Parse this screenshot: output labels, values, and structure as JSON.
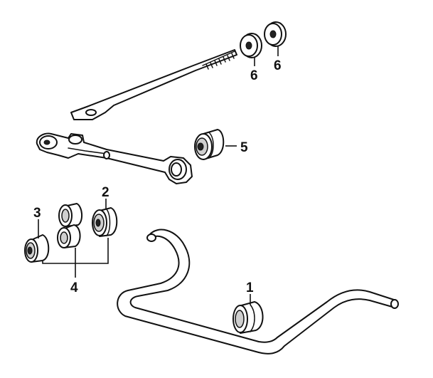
{
  "callouts": {
    "c1": "1",
    "c2": "2",
    "c3": "3",
    "c4": "4",
    "c5": "5",
    "c6a": "6",
    "c6b": "6"
  }
}
